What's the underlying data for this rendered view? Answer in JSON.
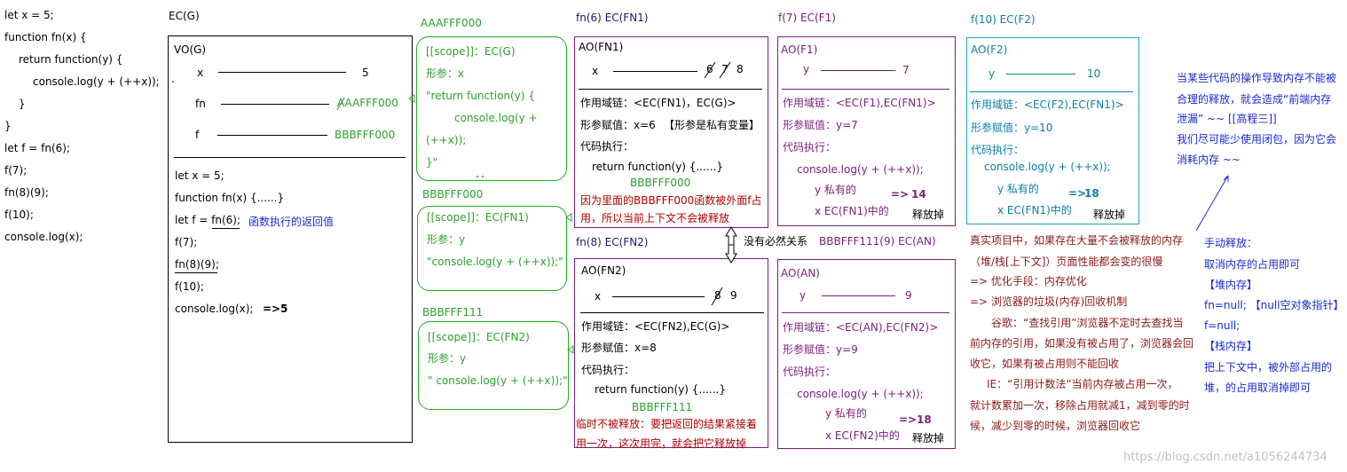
{
  "code": {
    "lines": [
      "let x = 5;",
      "function fn(x) {",
      "return function(y) {",
      "console.log(y + (++x));",
      "}",
      "}",
      "let f = fn(6);",
      "f(7);",
      "fn(8)(9);",
      "f(10);",
      "console.log(x);"
    ]
  },
  "ecg": {
    "title": "EC(G)",
    "vo_label": "VO(G)",
    "vars": [
      {
        "name": "x",
        "value": "5"
      },
      {
        "name": "fn",
        "value": "AAAFFF000"
      },
      {
        "name": "f",
        "value": "BBBFFF000"
      }
    ],
    "exec": [
      "let x = 5;",
      "function fn(x) {......}",
      "let f = fn(6);",
      "f(7);",
      "fn(8)(9);",
      "f(10);",
      "console.log(x);"
    ],
    "exec_note": "函数执行的返回值",
    "result_arrow": "=>",
    "result_value": "5"
  },
  "heap_aaa": {
    "title": "AAAFFF000",
    "scope": "[[scope]]：EC(G)",
    "param": "形参：x",
    "body": [
      "\"return function(y) {",
      "console.log(y +",
      "(++x));",
      "}\""
    ]
  },
  "heap_bbb0": {
    "title": "BBBFFF000",
    "scope": "[[scope]]：EC(FN1)",
    "param": "形参：y",
    "body": "\"console.log(y + (++x));\""
  },
  "heap_bbb1": {
    "title": "BBBFFF111",
    "scope": "[[scope]]：EC(FN2)",
    "param": "形参：y",
    "body": "\" console.log(y + (++x));\""
  },
  "fn1": {
    "title": "fn(6)  EC(FN1)",
    "ao": "AO(FN1)",
    "var": "x",
    "values": [
      "6",
      "7",
      "8"
    ],
    "chain": "作用域链：<EC(FN1)，EC(G)>",
    "assign": "形参赋值：x=6",
    "assign_note": "【形参是私有变量】",
    "exec": "代码执行：",
    "ret": "return function(y) {......}",
    "ret_addr": "BBBFFF000",
    "note": [
      "因为里面的BBBFFF000函数被外面f占",
      "用，所以当前上下文不会被释放"
    ]
  },
  "fn2": {
    "title": "fn(8)  EC(FN2)",
    "ao": "AO(FN2)",
    "var": "x",
    "values": [
      "8",
      "9"
    ],
    "chain": "作用域链：<EC(FN2),EC(G)>",
    "assign": "形参赋值：x=8",
    "exec": "代码执行：",
    "ret": "return function(y) {......}",
    "ret_addr": "BBBFFF111",
    "note": [
      "临时不被释放：要把返回的结果紧接着",
      "用一次，这次用完，就会把它释放掉"
    ]
  },
  "relation": "没有必然关系",
  "f1": {
    "title": "f(7)    EC(F1)",
    "ao": "AO(F1)",
    "var": "y",
    "value": "7",
    "chain": "作用域链：<EC(F1),EC(FN1)>",
    "assign": "形参赋值：y=7",
    "exec": "代码执行：",
    "log": "console.log(y + (++x));",
    "own": "y 私有的",
    "other": "x  EC(FN1)中的",
    "arrow": "=>",
    "result": "14",
    "release": "释放掉"
  },
  "an": {
    "title": "BBBFFF111(9)    EC(AN)",
    "ao": "AO(AN)",
    "var": "y",
    "value": "9",
    "chain": "作用域链：<EC(AN),EC(FN2)>",
    "assign": "形参赋值：y=9",
    "exec": "代码执行：",
    "log": "console.log(y + (++x));",
    "own": "y 私有的",
    "other": "x EC(FN2)中的",
    "arrow": "=>",
    "result": "18",
    "release": "释放掉"
  },
  "f2": {
    "title": "f(10)   EC(F2)",
    "ao": "AO(F2)",
    "var": "y",
    "value": "10",
    "chain": "作用域链：<EC(F2),EC(FN1)>",
    "assign": "形参赋值：y=10",
    "exec": "代码执行：",
    "log": "console.log(y + (++x));",
    "own": "y  私有的",
    "other": "x  EC(FN1)中的",
    "arrow": "=>",
    "result": "18",
    "release": "释放掉"
  },
  "project_note": [
    "真实项目中，如果存在大量不会被释放的内存",
    "（堆/栈[上下文]）页面性能都会变的很慢",
    "=> 优化手段：内存优化",
    "=> 浏览器的垃圾(内存)回收机制",
    "谷歌：“查找引用”浏览器不定时去查找当",
    "前内存的引用，如果没有被占用了，浏览器会回",
    "收它，如果有被占用则不能回收",
    "IE：“引用计数法”当前内存被占用一次，",
    "就计数累加一次，移除占用就减1，减到零的时",
    "候，减少到零的时候，浏览器回收它"
  ],
  "leak_note": [
    "当某些代码的操作导致内存不能被",
    "合理的释放，就会造成“前端内存",
    "泄漏” ~~ [[高程三]]",
    "我们尽可能少使用闭包，因为它会",
    "消耗内存 ~~"
  ],
  "release_note": [
    "手动释放：",
    "取消内存的占用即可",
    "【堆内存】",
    "fn=null; 【null空对象指针】",
    "f=null;",
    "【栈内存】",
    "把上下文中，被外部占用的",
    "堆，的占用取消掉即可"
  ],
  "watermark": "https://blog.csdn.net/a1056244734"
}
